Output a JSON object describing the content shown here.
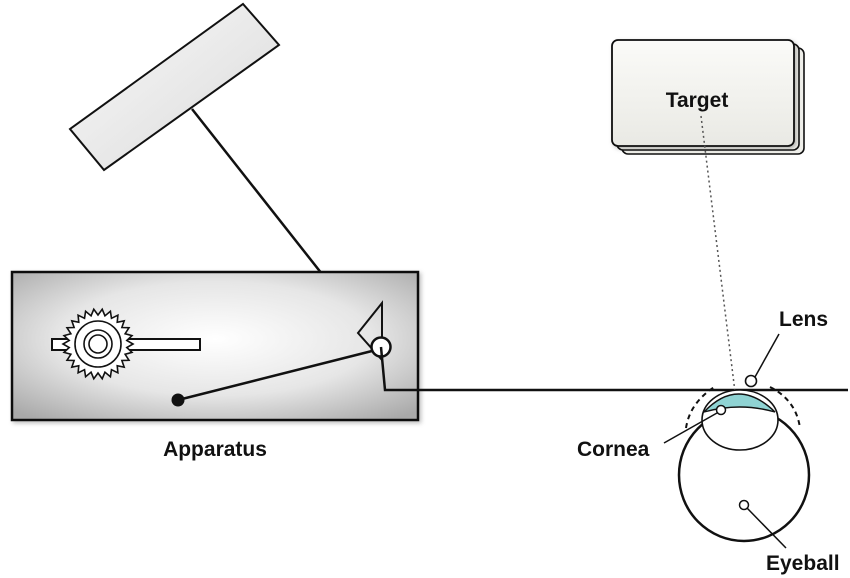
{
  "labels": {
    "target": "Target",
    "lens": "Lens",
    "apparatus": "Apparatus",
    "cornea": "Cornea",
    "eyeball": "Eyeball"
  },
  "colors": {
    "stroke": "#111111",
    "lens_fill": "#8fd3d3",
    "apparatus_center": "#ffffff",
    "apparatus_edge": "#a9a9a9",
    "mirror_fill": "#e7e7e7",
    "target_fill": "#f3f3ee"
  }
}
